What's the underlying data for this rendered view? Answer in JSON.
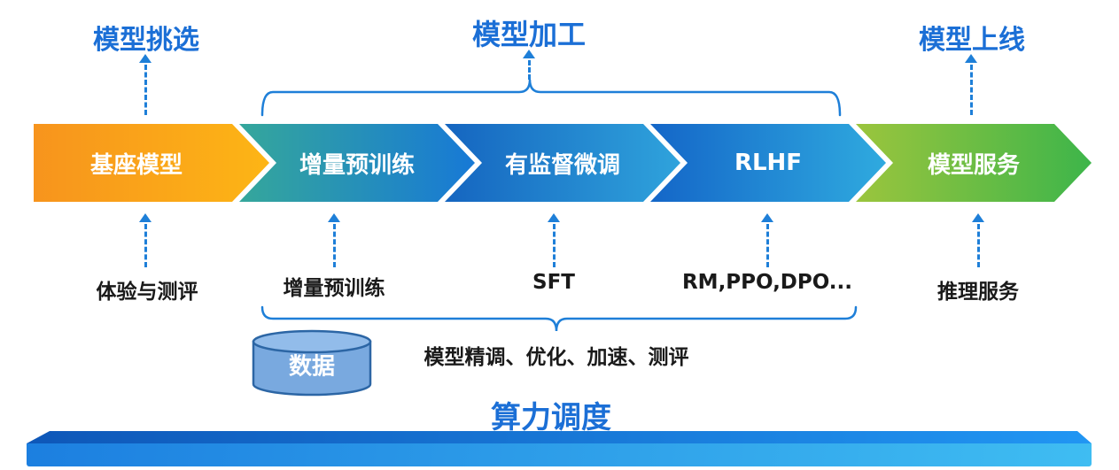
{
  "header": {
    "selection": "模型挑选",
    "processing": "模型加工",
    "launch": "模型上线"
  },
  "stages": [
    {
      "label": "基座模型",
      "gradient_from": "#F7941D",
      "gradient_to": "#FDB515"
    },
    {
      "label": "增量预训练",
      "gradient_from": "#35A79B",
      "gradient_to": "#1779D6"
    },
    {
      "label": "有监督微调",
      "gradient_from": "#1565C0",
      "gradient_to": "#2FA3DC"
    },
    {
      "label": "RLHF",
      "gradient_from": "#1466C8",
      "gradient_to": "#2FAADF"
    },
    {
      "label": "模型服务",
      "gradient_from": "#9BC53D",
      "gradient_to": "#3DB54A"
    }
  ],
  "stage_notes": [
    {
      "label": "体验与测评"
    },
    {
      "label": "增量预训练"
    },
    {
      "label": "SFT"
    },
    {
      "label": "RM,PPO,DPO..."
    },
    {
      "label": "推理服务"
    }
  ],
  "data_store": {
    "label": "数据"
  },
  "processing_note": "模型精调、优化、加速、测评",
  "footer": {
    "title": "算力调度"
  },
  "colors": {
    "accent_blue": "#1B6FD6",
    "brace_blue": "#1E7FD8",
    "text_dark": "#1A1A1A",
    "cylinder_body": "#79A9DF",
    "cylinder_top": "#92BCEA",
    "cylinder_stroke": "#2C66A5",
    "platform_top_from": "#0E57B8",
    "platform_top_to": "#2196F3",
    "platform_front_from": "#1C7FE0",
    "platform_front_to": "#3FBDF2"
  }
}
